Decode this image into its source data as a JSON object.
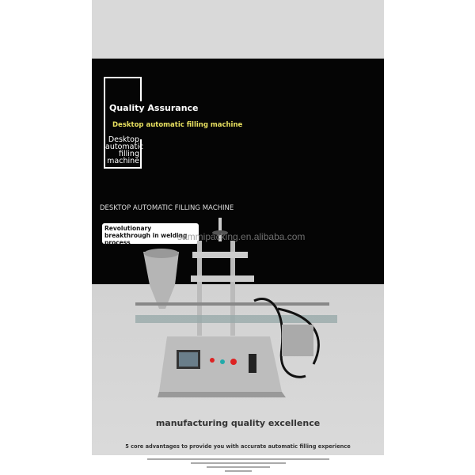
{
  "heading": {
    "title": "Quality Assurance",
    "subtitle": "Desktop automatic filling machine",
    "stacked": [
      "Desktop",
      "automatic",
      "filling",
      "machine"
    ]
  },
  "section": {
    "caps_title": "DESKTOP AUTOMATIC FILLING MACHINE",
    "callout": "Revolutionary breakthrough in welding process",
    "watermark": "sammipacking.en.alibaba.com"
  },
  "footer": {
    "tagline": "manufacturing quality excellence",
    "advantages": "5 core advantages to provide you with accurate automatic filling experience"
  },
  "colors": {
    "black": "#050505",
    "grey": "#d9d9d9",
    "accent_yellow": "#e8e060"
  }
}
